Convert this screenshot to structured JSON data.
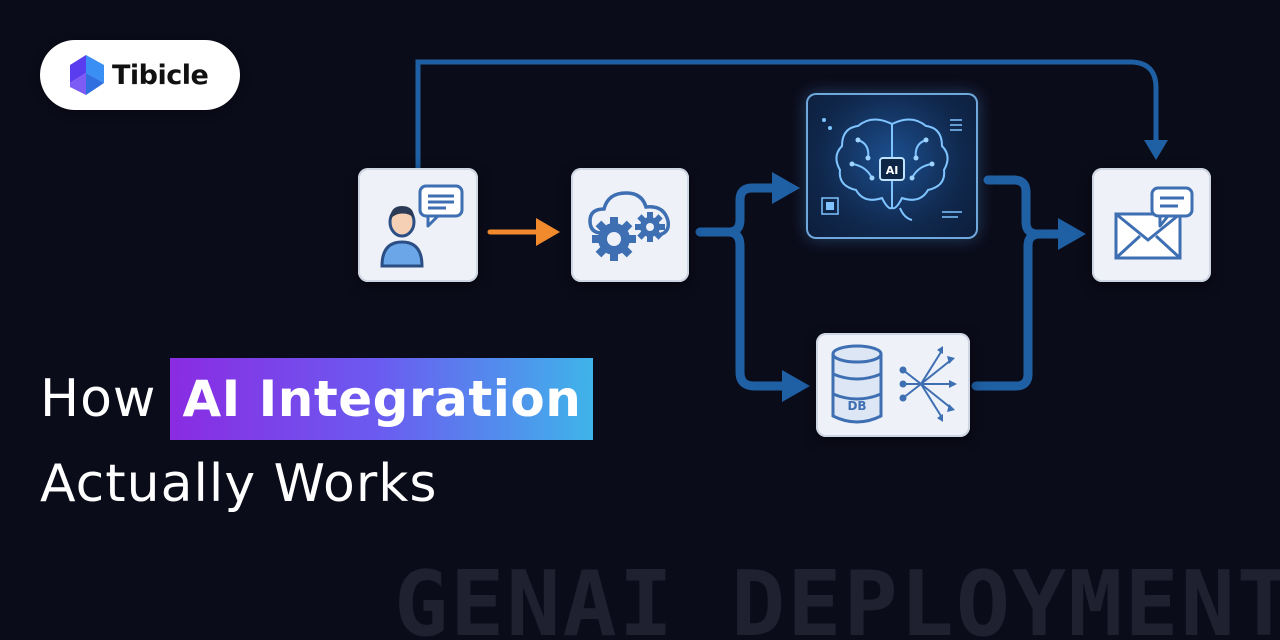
{
  "brand": {
    "name": "Tibicle",
    "colors": {
      "mark_left": "#5b3df0",
      "mark_right": "#3a8ff5"
    }
  },
  "headline": {
    "word1": "How",
    "highlight": "AI Integration",
    "line2": "Actually Works",
    "highlight_gradient": [
      "#8a2be2",
      "#3fb4ea"
    ]
  },
  "watermark": "GENAI DEPLOYMENT",
  "diagram": {
    "nodes": {
      "user": {
        "icon": "user-chat-icon"
      },
      "processing": {
        "icon": "cloud-gears-icon"
      },
      "ai": {
        "icon": "brain-ai-icon",
        "label": "AI"
      },
      "database": {
        "icon": "database-network-icon",
        "label": "DB"
      },
      "output": {
        "icon": "email-chat-icon"
      }
    },
    "colors": {
      "connector": "#1f5fa3",
      "input_arrow": "#f08a2c",
      "icon_blue": "#3e6fb3"
    }
  }
}
